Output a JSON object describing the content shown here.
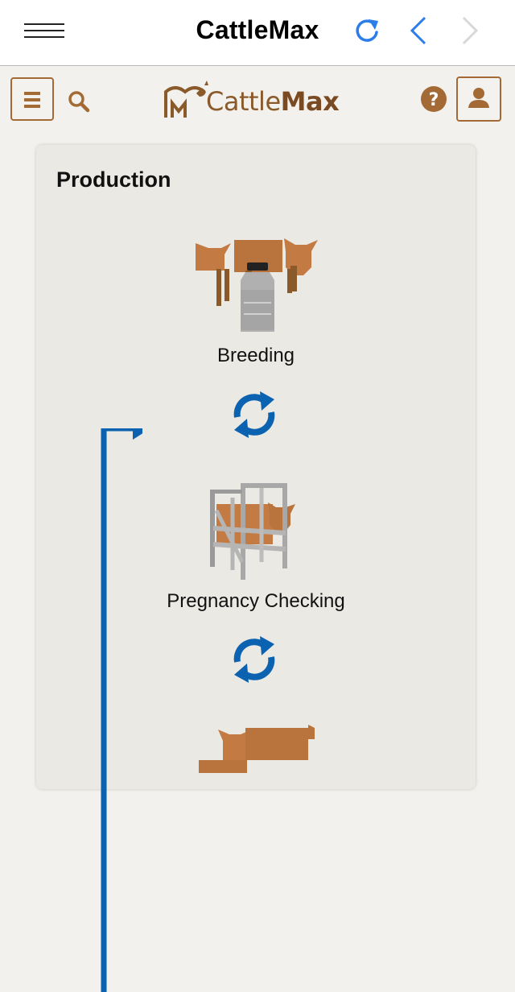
{
  "navbar": {
    "title": "CattleMax",
    "menu_icon": "hamburger-icon",
    "refresh_icon": "refresh-icon",
    "back_icon": "chevron-left-icon",
    "forward_icon": "chevron-right-icon"
  },
  "header": {
    "logo_text_a": "Cattle",
    "logo_text_b": "Max",
    "menu_button_icon": "menu-icon",
    "search_icon": "search-icon",
    "help_icon": "help-icon",
    "account_icon": "user-icon"
  },
  "production": {
    "title": "Production",
    "steps": [
      {
        "label": "Breeding",
        "icon": "breeding-cattle-icon"
      },
      {
        "label": "Pregnancy Checking",
        "icon": "cattle-chute-icon"
      },
      {
        "label": "",
        "icon": "cattle-icon"
      }
    ],
    "cycle_icon": "cycle-arrows-icon"
  },
  "colors": {
    "brand_brown": "#a46a35",
    "accent_blue": "#0a62b0",
    "ios_blue": "#2b7de9"
  }
}
